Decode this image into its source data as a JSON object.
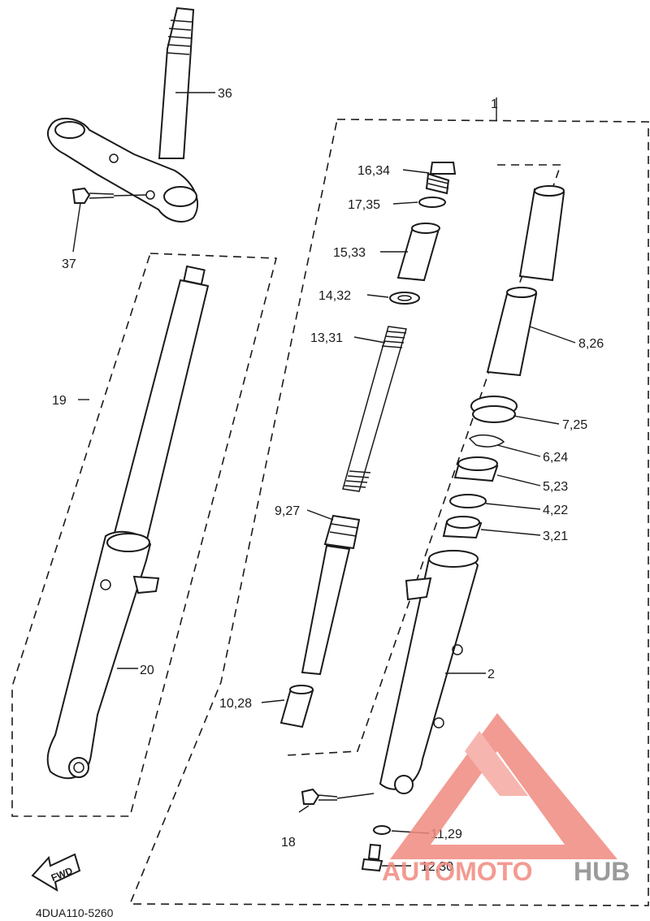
{
  "diagram": {
    "part_code": "4DUA110-5260",
    "fwd_label": "FWD",
    "callouts": {
      "c1": "1",
      "c2": "2",
      "c3": "3,21",
      "c4": "4,22",
      "c5": "5,23",
      "c6": "6,24",
      "c7": "7,25",
      "c8": "8,26",
      "c9": "9,27",
      "c10": "10,28",
      "c11": "11,29",
      "c12": "12,30",
      "c13": "13,31",
      "c14": "14,32",
      "c15": "15,33",
      "c16": "16,34",
      "c17": "17,35",
      "c18": "18",
      "c19": "19",
      "c20": "20",
      "c36": "36",
      "c37": "37"
    }
  },
  "watermark": {
    "part1": "AUTOMOTO",
    "part2": "HUB",
    "color_primary": "#f08a80",
    "color_secondary": "#8a8a8a"
  }
}
